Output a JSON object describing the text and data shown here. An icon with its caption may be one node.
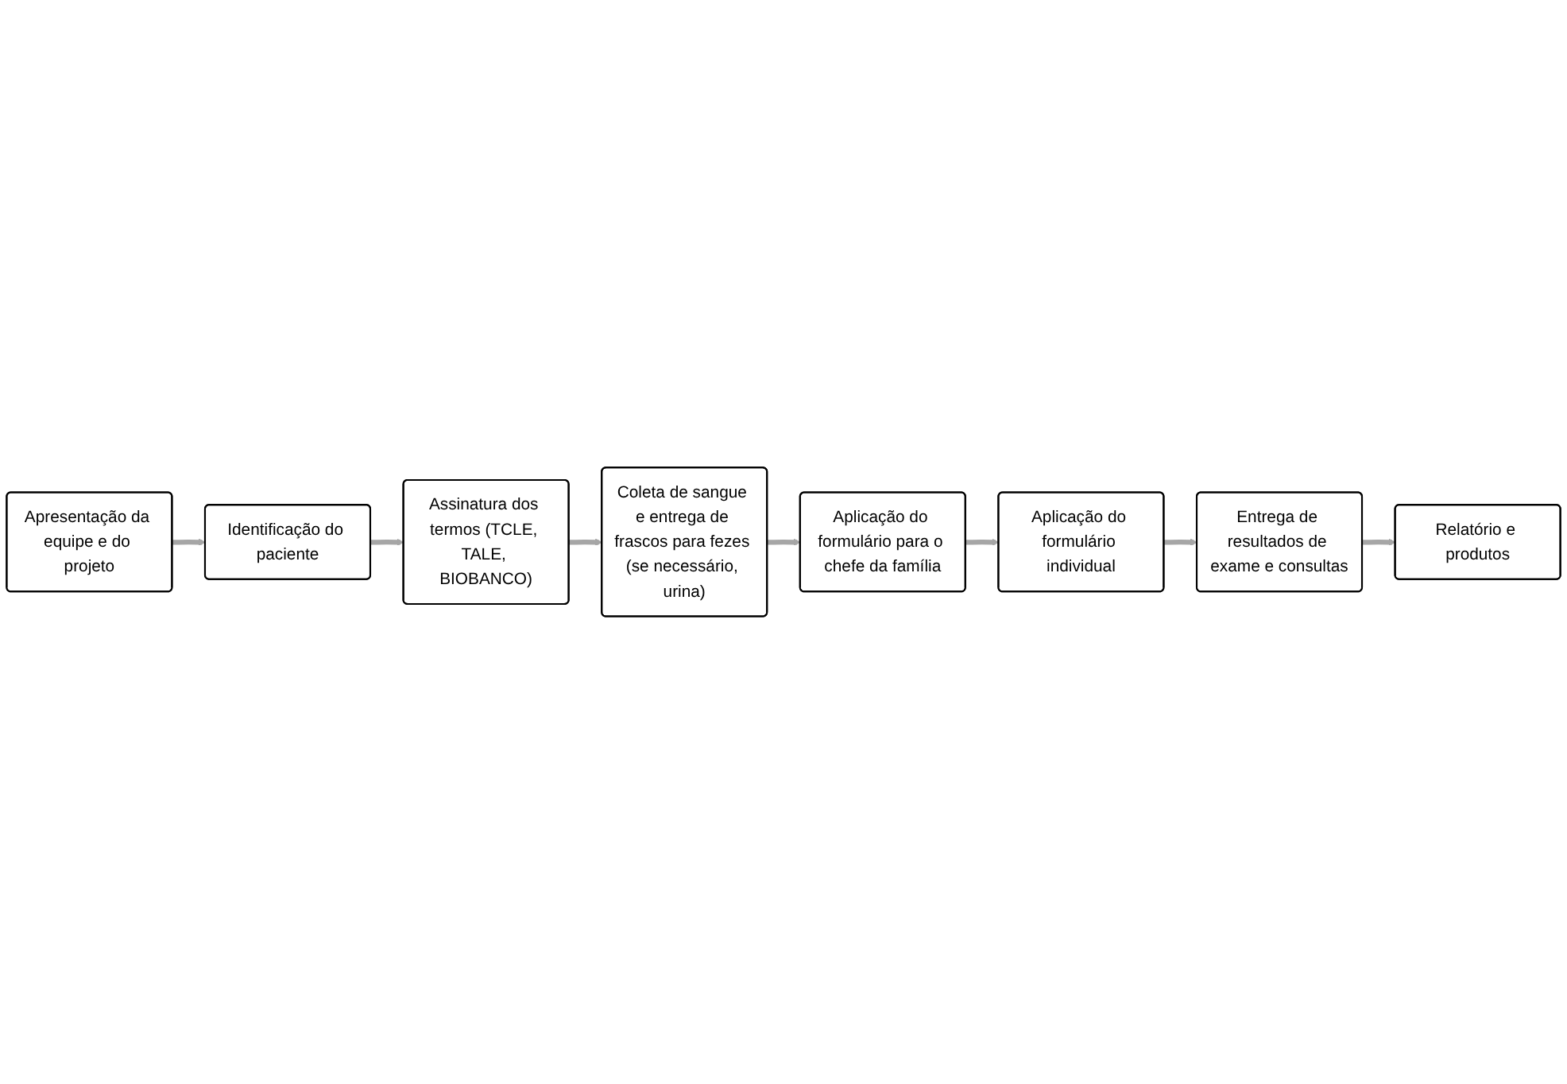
{
  "diagram": {
    "nodes": [
      {
        "text": [
          "Apresentação da equipe e do projeto"
        ]
      },
      {
        "text": [
          "Identificação do paciente"
        ]
      },
      {
        "text": [
          "Assinatura dos termos (TCLE, TALE, BIOBANCO)"
        ]
      },
      {
        "text": [
          "Coleta de sangue e entrega de frascos para fezes (se necessário, urina)"
        ]
      },
      {
        "text": [
          "Aplicação do formulário para o chefe da família"
        ]
      },
      {
        "text": [
          "Aplicação do formulário individual"
        ]
      },
      {
        "text": [
          "Entrega de resultados de exame e consultas"
        ]
      },
      {
        "text": [
          "Relatório e produtos"
        ]
      }
    ],
    "edges": [
      {
        "from": 0,
        "to": 1,
        "arrow": "to"
      },
      {
        "from": 1,
        "to": 2,
        "arrow": "to"
      },
      {
        "from": 2,
        "to": 3,
        "arrow": "to"
      },
      {
        "from": 3,
        "to": 4,
        "arrow": "to"
      },
      {
        "from": 4,
        "to": 5,
        "arrow": "to"
      },
      {
        "from": 5,
        "to": 6,
        "arrow": "to"
      },
      {
        "from": 6,
        "to": 7,
        "arrow": "to"
      }
    ]
  }
}
